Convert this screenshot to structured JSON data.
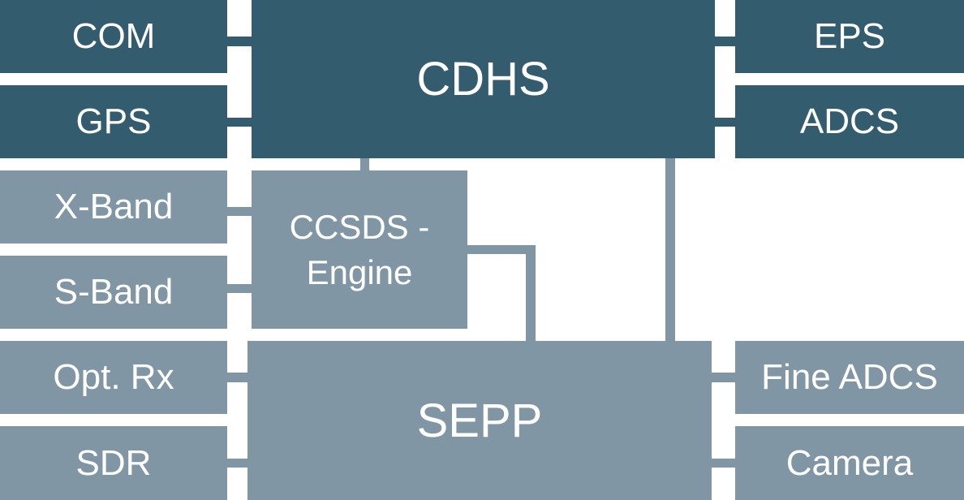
{
  "diagram": {
    "colors": {
      "bus_dark": "#335c6f",
      "bus_light": "#8196a4",
      "text": "#ffffff"
    },
    "main_blocks": {
      "cdhs": "CDHS",
      "ccsds_engine": "CCSDS - Engine",
      "sepp": "SEPP"
    },
    "left_top": [
      "COM",
      "GPS"
    ],
    "right_top": [
      "EPS",
      "ADCS"
    ],
    "left_bottom": [
      "X-Band",
      "S-Band",
      "Opt. Rx",
      "SDR"
    ],
    "right_bottom": [
      "Fine ADCS",
      "Camera"
    ],
    "connections": [
      {
        "from": "COM",
        "to": "CDHS"
      },
      {
        "from": "GPS",
        "to": "CDHS"
      },
      {
        "from": "EPS",
        "to": "CDHS"
      },
      {
        "from": "ADCS",
        "to": "CDHS"
      },
      {
        "from": "CDHS",
        "to": "CCSDS - Engine"
      },
      {
        "from": "CDHS",
        "to": "SEPP"
      },
      {
        "from": "CCSDS - Engine",
        "to": "SEPP"
      },
      {
        "from": "X-Band",
        "to": "CCSDS - Engine"
      },
      {
        "from": "S-Band",
        "to": "CCSDS - Engine"
      },
      {
        "from": "Opt. Rx",
        "to": "SEPP"
      },
      {
        "from": "SDR",
        "to": "SEPP"
      },
      {
        "from": "Fine ADCS",
        "to": "SEPP"
      },
      {
        "from": "Camera",
        "to": "SEPP"
      }
    ]
  }
}
